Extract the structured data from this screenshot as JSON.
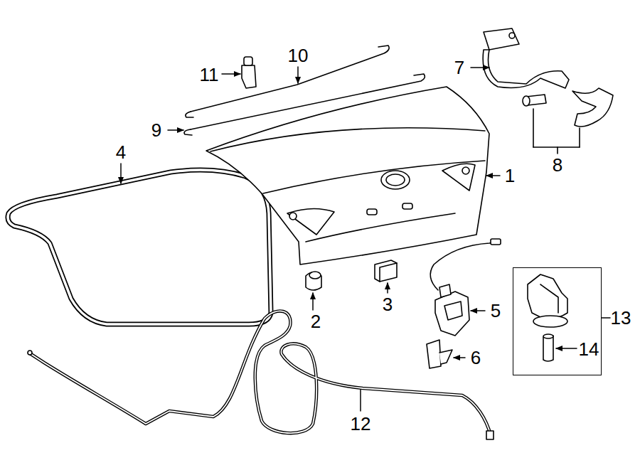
{
  "diagram": {
    "nodes": [
      {
        "text": [
          "14"
        ]
      }
    ],
    "labels": [
      "1",
      "2",
      "3",
      "4",
      "5",
      "6",
      "7",
      "8",
      "9",
      "10",
      "11",
      "12",
      "13"
    ]
  }
}
